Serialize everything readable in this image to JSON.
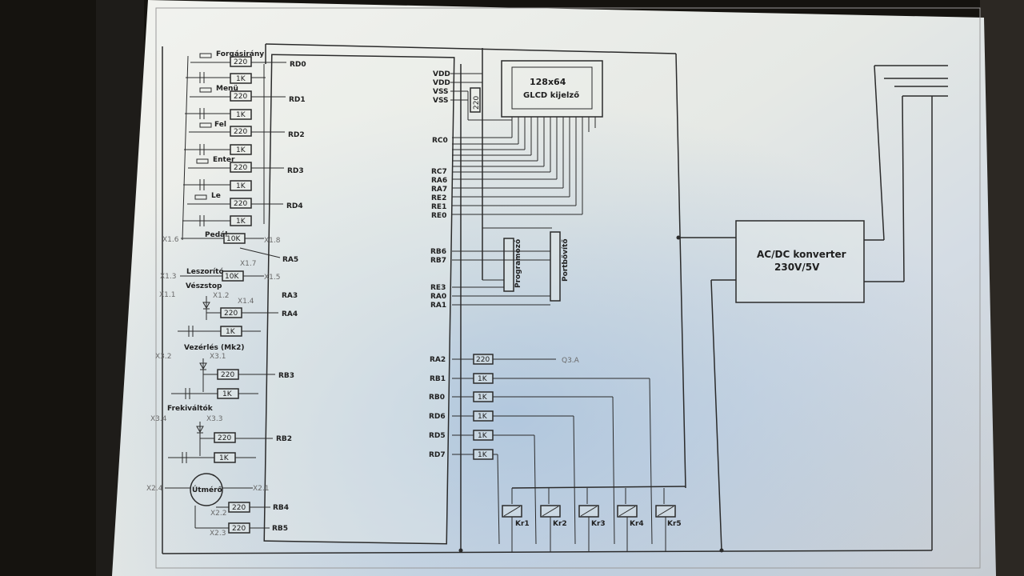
{
  "mcu_pins_left": [
    "RD0",
    "RD1",
    "RD2",
    "RD3",
    "RD4",
    "RA5",
    "RA3",
    "RA4",
    "RB3",
    "RB2",
    "RB4",
    "RB5"
  ],
  "mcu_pins_right": [
    "VDD",
    "VDD",
    "VSS",
    "VSS",
    "RC0",
    "RC7",
    "RA6",
    "RA7",
    "RE2",
    "RE1",
    "RE0",
    "RB6",
    "RB7",
    "RE3",
    "RA0",
    "RA1",
    "RA2",
    "RB1",
    "RB0",
    "RD6",
    "RD5",
    "RD7"
  ],
  "buttons": [
    "Forgásirány",
    "Menü",
    "Fel",
    "Enter",
    "Le"
  ],
  "inputs": [
    "Pedál",
    "Leszorító",
    "Vészstop",
    "Vezérlés (Mk2)",
    "Frekiváltók",
    "Útmérő"
  ],
  "connector_nodes": [
    "X1.6",
    "X1.8",
    "X1.7",
    "X1.3",
    "X1.5",
    "X1.2",
    "X1.4",
    "X1.1",
    "X3.2",
    "X3.1",
    "X3.4",
    "X3.3",
    "X2.4",
    "X2.1",
    "X2.2",
    "X2.3",
    "Q3.A"
  ],
  "resistors": [
    "220",
    "1K",
    "10K"
  ],
  "glcd": {
    "line1": "128x64",
    "line2": "GLCD kijelző"
  },
  "headers": {
    "programmer": "Programozó",
    "port_expander": "Portbővítő"
  },
  "converter": {
    "line1": "AC/DC konverter",
    "line2": "230V/5V"
  },
  "relays": [
    "Kr1",
    "Kr2",
    "Kr3",
    "Kr4",
    "Kr5"
  ],
  "colors": {
    "paper": "#e8ebe6",
    "paper_shadow": "#b9c0c8",
    "ink": "#2b2b2b",
    "background": "#15130f"
  }
}
